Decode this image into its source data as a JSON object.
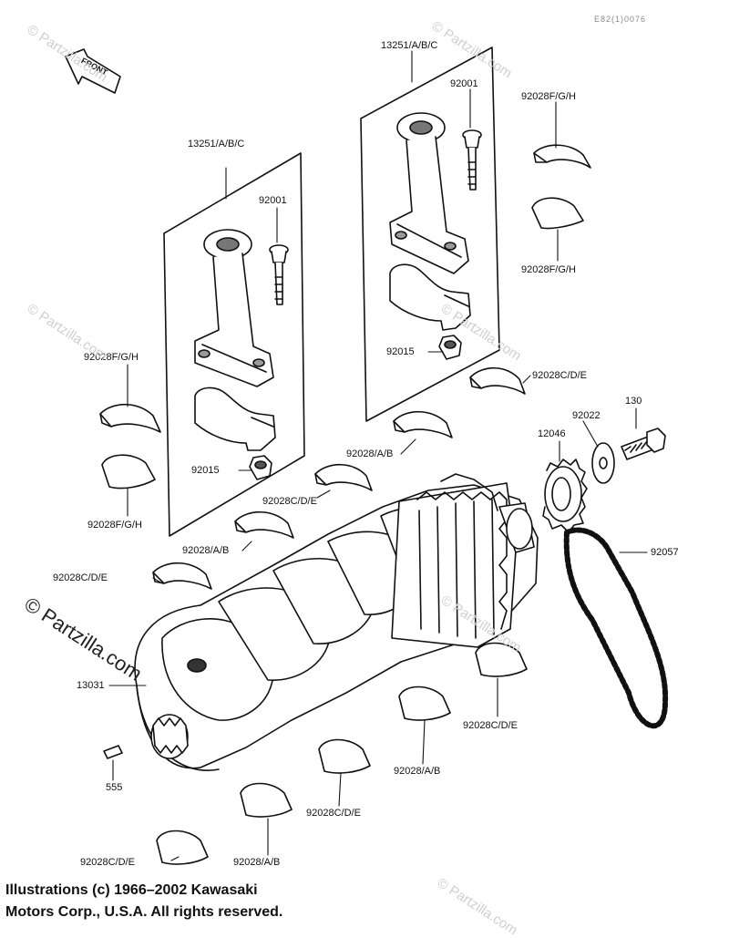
{
  "diagram": {
    "ref_code": "E82(1)0076",
    "front_label": "FRONT",
    "callouts": {
      "conrod_set_right": "13251/A/B/C",
      "bolt_right": "92001",
      "nut_right": "92015",
      "bearing_fgh_top_1": "92028F/G/H",
      "bearing_fgh_top_2": "92028F/G/H",
      "bearing_cde_right": "92028C/D/E",
      "washer": "92022",
      "bolt_130": "130",
      "sprocket": "12046",
      "chain": "92057",
      "conrod_set_left": "13251/A/B/C",
      "bolt_left": "92001",
      "bearing_fgh_left_1": "92028F/G/H",
      "nut_left": "92015",
      "bearing_fgh_left_2": "92028F/G/H",
      "bearing_ab_mid_1": "92028/A/B",
      "bearing_cde_mid_1": "92028C/D/E",
      "bearing_ab_mid_2": "92028/A/B",
      "bearing_cde_left": "92028C/D/E",
      "crankshaft": "13031",
      "pin": "555",
      "bearing_cde_low_right": "92028C/D/E",
      "bearing_ab_low_1": "92028/A/B",
      "bearing_cde_low_mid": "92028C/D/E",
      "bearing_ab_low_2": "92028/A/B",
      "bearing_cde_bottom": "92028C/D/E"
    },
    "watermark": "© Partzilla.com",
    "copyright_line1": "Illustrations (c) 1966–2002 Kawasaki",
    "copyright_line2": "Motors Corp., U.S.A.  All rights reserved."
  }
}
